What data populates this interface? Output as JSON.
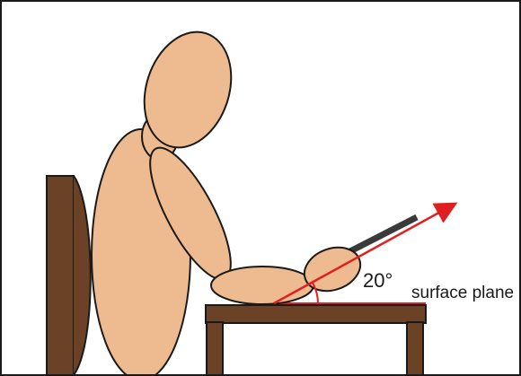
{
  "diagram": {
    "angle_label": "20°",
    "surface_label": "surface plane",
    "angle_degrees": 20
  },
  "colors": {
    "skin": "#EDBB8F",
    "outline": "#1A1A1A",
    "wood": "#6B4226",
    "arrow": "#E02020",
    "device": "#3A3A3A",
    "background": "#FFFFFF"
  }
}
